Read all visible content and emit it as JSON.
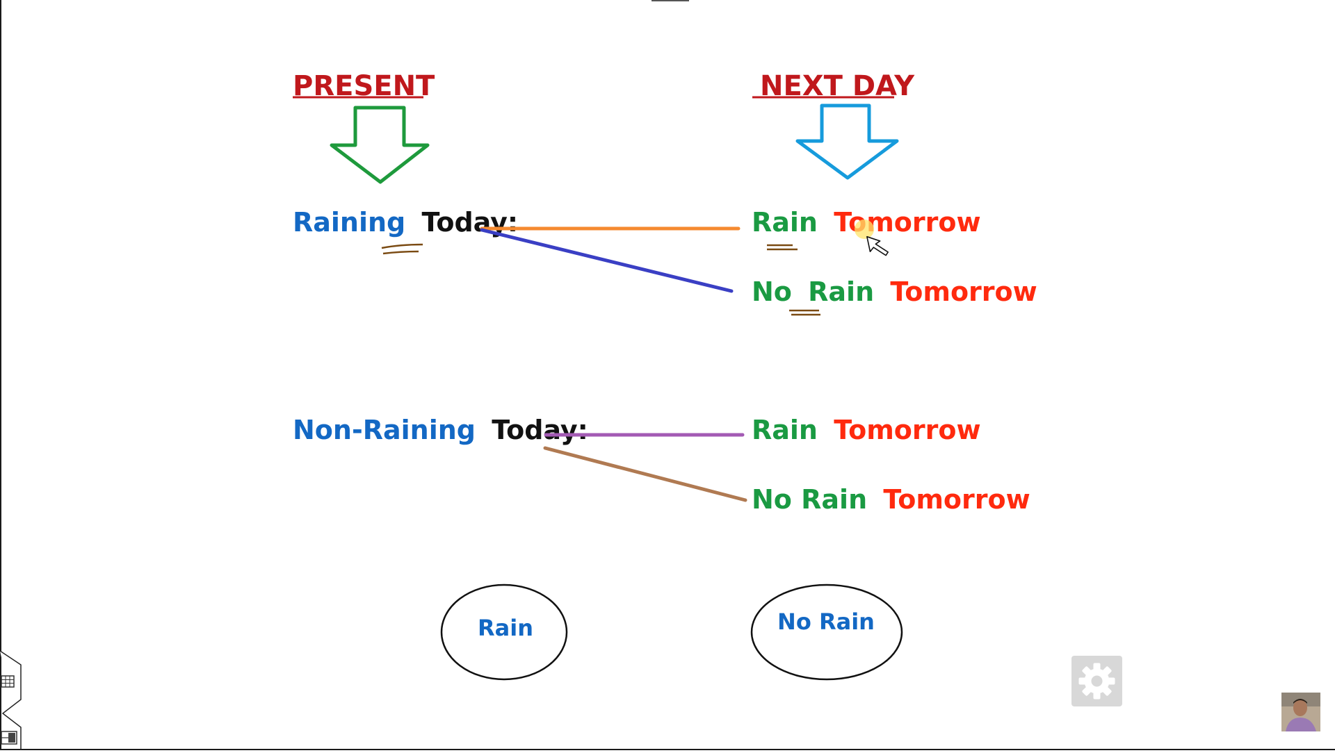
{
  "headers": {
    "present": "PRESENT",
    "next_day": "NEXT DAY"
  },
  "raining_today": {
    "first_word": "Raining",
    "second_word": "Today:"
  },
  "non_raining_today": {
    "first_word": "Non-Raining",
    "second_word": "Today:"
  },
  "outcomes": {
    "rain_tomorrow_1": {
      "green": "Rain",
      "red": "Tomorrow"
    },
    "no_rain_tomorrow_1": {
      "green1": "No",
      "green2": "Rain",
      "red": "Tomorrow"
    },
    "rain_tomorrow_2": {
      "green": "Rain",
      "red": "Tomorrow"
    },
    "no_rain_tomorrow_2": {
      "green": "No Rain",
      "red": "Tomorrow"
    }
  },
  "states": {
    "rain": "Rain",
    "no_rain": "No Rain"
  },
  "colors": {
    "header_red": "#c0181c",
    "present_arrow": "#1e9a3c",
    "next_day_arrow": "#169bdc",
    "label_blue": "#1368c4",
    "label_black": "#111111",
    "outcome_green": "#1a9a42",
    "outcome_red": "#ff2a0e",
    "line_orange": "#f58a30",
    "line_blue": "#3a3fc4",
    "line_purple": "#a35ab4",
    "line_brown": "#b07a52",
    "underline_brown": "#7a4a12",
    "settings_bg": "#d8d8d8"
  },
  "icons": {
    "settings": "gear-icon",
    "grid_tool": "grid-icon",
    "layout_tool": "layout-icon",
    "pointer": "mouse-pointer-icon",
    "present_arrow": "down-arrow-icon",
    "next_day_arrow": "down-arrow-icon"
  }
}
